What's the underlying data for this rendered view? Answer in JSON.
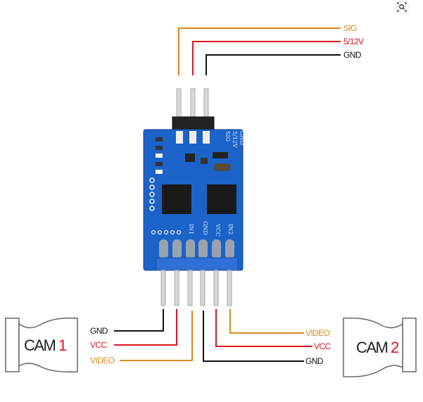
{
  "top_connector": {
    "wires": [
      {
        "label": "SIG",
        "color": "#d98a1c"
      },
      {
        "label": "5/12V",
        "color": "#e0141e"
      },
      {
        "label": "GND",
        "color": "#111111"
      }
    ]
  },
  "board": {
    "color": "#1b63c9",
    "silkscreen_top": [
      "GND",
      "5/12V",
      "SIG"
    ],
    "silkscreen_bottom": [
      "IN1",
      "GND",
      "VCC",
      "IN2"
    ]
  },
  "cam1": {
    "name": "CAM",
    "number": "1",
    "wires": [
      {
        "label": "GND",
        "color": "#111111"
      },
      {
        "label": "VCC",
        "color": "#e0141e"
      },
      {
        "label": "VIDEO",
        "color": "#d98a1c"
      }
    ]
  },
  "cam2": {
    "name": "CAM",
    "number": "2",
    "wires": [
      {
        "label": "VIDEO",
        "color": "#d98a1c"
      },
      {
        "label": "VCC",
        "color": "#e0141e"
      },
      {
        "label": "GND",
        "color": "#111111"
      }
    ]
  },
  "icons": {
    "lens": "visual-search-icon"
  }
}
